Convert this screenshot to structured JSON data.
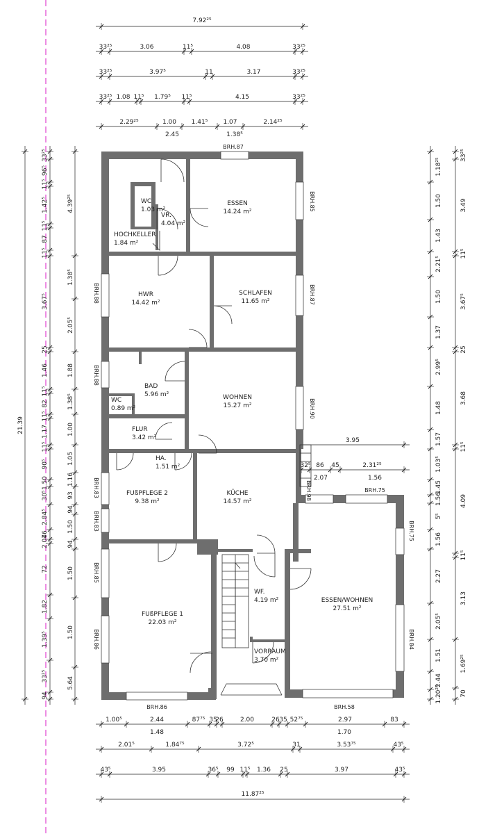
{
  "rooms": [
    {
      "id": "wc-upper",
      "name": "WC",
      "area": "1.03 m²"
    },
    {
      "id": "vr",
      "name": "VR.",
      "area": "4.04 m²"
    },
    {
      "id": "hochkeller",
      "name": "HOCHKELLER",
      "area": "1.84 m²"
    },
    {
      "id": "essen",
      "name": "ESSEN",
      "area": "14.24 m²"
    },
    {
      "id": "hwr",
      "name": "HWR",
      "area": "14.42 m²"
    },
    {
      "id": "schlafen",
      "name": "SCHLAFEN",
      "area": "11.65 m²"
    },
    {
      "id": "bad",
      "name": "BAD",
      "area": "5.96 m²"
    },
    {
      "id": "wc-lower",
      "name": "WC",
      "area": "0.89 m²"
    },
    {
      "id": "wohnen",
      "name": "WOHNEN",
      "area": "15.27 m²"
    },
    {
      "id": "flur",
      "name": "FLUR",
      "area": "3.42 m²"
    },
    {
      "id": "ha",
      "name": "HA.",
      "area": "1.51 m²"
    },
    {
      "id": "fusspflege-2",
      "name": "FUßPFLEGE 2",
      "area": "9.38 m²"
    },
    {
      "id": "kueche",
      "name": "KÜCHE",
      "area": "14.57 m²"
    },
    {
      "id": "wf",
      "name": "WF.",
      "area": "4.19 m²"
    },
    {
      "id": "fusspflege-1",
      "name": "FUßPFLEGE 1",
      "area": "22.03 m²"
    },
    {
      "id": "essen-wohnen",
      "name": "ESSEN/WOHNEN",
      "area": "27.51 m²"
    },
    {
      "id": "vorraum",
      "name": "VORRAUM",
      "area": "3.70 m²"
    }
  ],
  "window_labels": {
    "top": "BRH.87",
    "essen_right": "BRH.85",
    "schlafen_right": "BRH.87",
    "hwr_left": "BRH.88",
    "bad_left": "BRH.88",
    "wohnen_right": "BRH.90",
    "fp2_left_a": "BRH.83",
    "fp2_left_b": "BRH.83",
    "fp1_left_a": "BRH.85",
    "fp1_left_b": "BRH.86",
    "fp1_bottom": "BRH.86",
    "ew_top": "BRH.75",
    "ew_right_a": "BRH.75",
    "ew_right_b": "BRH.84",
    "ew_bottom": "BRH.58",
    "stair_small": "BRH.98"
  },
  "dimensions": {
    "top_total": "7.92²⁵",
    "top_row1": [
      "33²⁵",
      "3.06",
      "11⁵",
      "4.08",
      "33²⁵"
    ],
    "top_row2": [
      "33²⁵",
      "3.97⁵",
      "11",
      "3.17",
      "33²⁵"
    ],
    "top_row3": [
      "33²⁵",
      "1.08",
      "11⁵",
      "1.79⁵",
      "11⁵",
      "4.15",
      "33²⁵"
    ],
    "top_row4_upper": [
      "2.29²⁵",
      "1.00",
      "1.41⁵",
      "1.07",
      "2.14²⁵"
    ],
    "top_row4_lower": [
      "2.45",
      "1.38⁵"
    ],
    "left_total": "21.39",
    "left_outer": [
      "33²⁵",
      "96⁵",
      "11⁵",
      "1.42⁵",
      "11⁵",
      "87",
      "11⁵",
      "3.67⁵",
      "25",
      "1.46",
      "11⁵",
      "82",
      "11⁵",
      "1.17",
      "11⁵",
      "90⁵",
      "1.50",
      "30⁵",
      "2.84⁵",
      "76",
      "2.04",
      "72",
      "1.82",
      "1.39⁵",
      "33²⁵",
      "94"
    ],
    "left_inner": [
      "4.39²⁵",
      "1.38⁵",
      "2.05⁵",
      "1.88",
      "1.38⁵",
      "1.00",
      "1.05",
      "1.16",
      "93",
      "94",
      "1.50",
      "94",
      "1.50",
      "1.50",
      "5.64"
    ],
    "right_inner": [
      "1.18²⁵",
      "1.50",
      "1.43",
      "2.21⁵",
      "1.50",
      "1.37",
      "2.99⁵",
      "1.48",
      "1.57",
      "1.03⁵",
      "1.45",
      "1.56",
      "5⁵",
      "1.56",
      "2.27",
      "2.05⁵",
      "1.51",
      "2.44",
      "1.20²⁵"
    ],
    "right_outer": [
      "33²⁵",
      "3.49",
      "11⁵",
      "3.67⁵",
      "25",
      "3.68",
      "11⁵",
      "4.09",
      "11⁵",
      "3.13",
      "1.69²⁵",
      "70"
    ],
    "mid_right": [
      "3.95",
      "32⁵",
      "86",
      "45",
      "2.31²⁵",
      "2.07",
      "1.56"
    ],
    "bottom_row1_upper": [
      "1.00⁵",
      "2.44",
      "87⁷⁵",
      "35",
      "26",
      "2.00",
      "26",
      "35",
      "52⁷⁵",
      "2.97",
      "83"
    ],
    "bottom_row1_lower": [
      "1.48",
      "1.70"
    ],
    "bottom_row2": [
      "2.01⁵",
      "1.84⁷⁵",
      "3.72⁵",
      "31",
      "3.53⁷⁵",
      "43⁵"
    ],
    "bottom_row3": [
      "43⁵",
      "3.95",
      "36⁵",
      "99",
      "11⁵",
      "1.36",
      "25",
      "3.97",
      "43⁵"
    ],
    "bottom_total": "11.87²⁵"
  }
}
